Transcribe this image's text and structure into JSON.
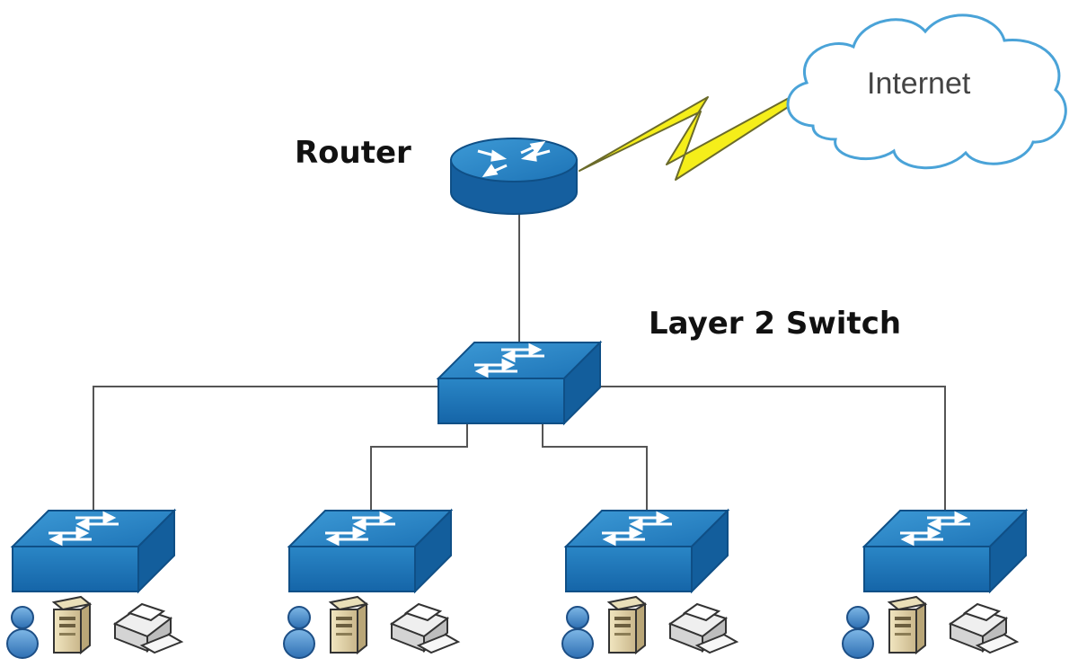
{
  "labels": {
    "router": "Router",
    "switch": "Layer 2 Switch",
    "internet": "Internet"
  },
  "colors": {
    "device_blue": "#1e73b4",
    "device_top": "#2f8bc9",
    "line": "#555555",
    "bolt": "#f5ee1a",
    "cloud_border": "#4aa3d8"
  },
  "icons": [
    "router-icon",
    "switch-icon",
    "cloud-icon",
    "lightning-icon",
    "user-icon",
    "server-icon",
    "printer-icon"
  ]
}
